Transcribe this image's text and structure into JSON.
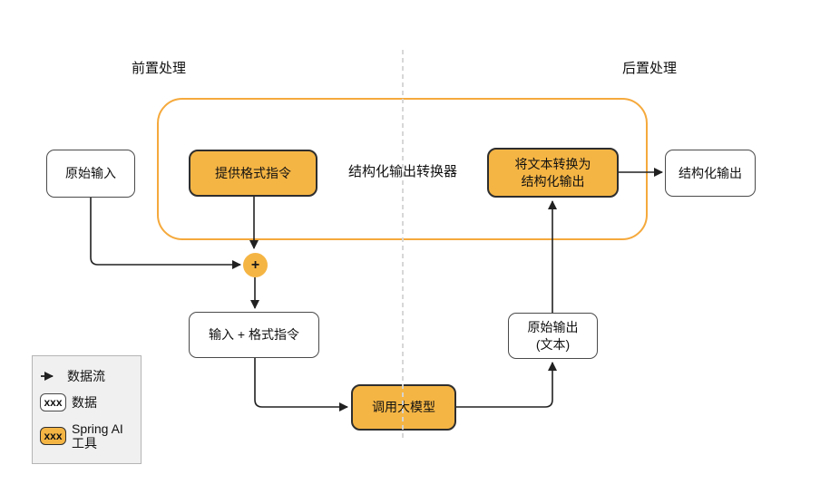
{
  "sections": {
    "pre_label": "前置处理",
    "post_label": "后置处理"
  },
  "container": {
    "label": "结构化输出转换器"
  },
  "nodes": {
    "raw_input": {
      "label": "原始输入",
      "type": "data"
    },
    "provide_format": {
      "label": "提供格式指令",
      "type": "tool"
    },
    "merge_plus": {
      "label": "+"
    },
    "input_plus_format": {
      "label": "输入 + 格式指令",
      "type": "data"
    },
    "call_model": {
      "label": "调用大模型",
      "type": "tool"
    },
    "raw_output": {
      "label_line1": "原始输出",
      "label_line2": "(文本)",
      "type": "data"
    },
    "convert_text": {
      "label_line1": "将文本转换为",
      "label_line2": "结构化输出",
      "type": "tool"
    },
    "structured_output": {
      "label": "结构化输出",
      "type": "data"
    }
  },
  "legend": {
    "flow_label": "数据流",
    "data_box_label": "xxx",
    "data_label": "数据",
    "tool_box_label": "xxx",
    "tool_label_line1": "Spring AI",
    "tool_label_line2": "工具"
  },
  "colors": {
    "tool_fill": "#F5B544",
    "container_border": "#F5A93C",
    "tool_border": "#2E2E2E",
    "data_border": "#4A4A4A",
    "arrow": "#212121",
    "divider": "#D5D5D5",
    "legend_bg": "#F0F0F0",
    "legend_border": "#B5B5B5"
  }
}
